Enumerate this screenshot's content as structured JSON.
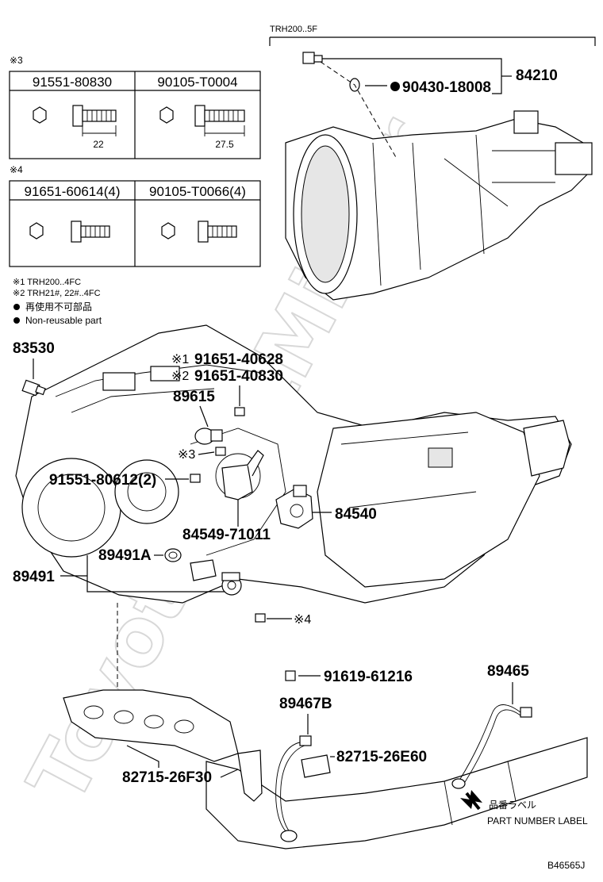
{
  "header": {
    "variant_note": "TRH200..5F",
    "diagram_code": "B46565J"
  },
  "watermark": "ToyotaPartMirror",
  "tables": {
    "group3": {
      "mark": "※3",
      "cols": [
        {
          "part_no": "91551-80830",
          "dimension": "22"
        },
        {
          "part_no": "90105-T0004",
          "dimension": "27.5"
        }
      ]
    },
    "group4": {
      "mark": "※4",
      "cols": [
        {
          "part_no": "91651-60614(4)"
        },
        {
          "part_no": "90105-T0066(4)"
        }
      ]
    }
  },
  "notes": {
    "n1": "※1  TRH200..4FC",
    "n2": "※2  TRH21#, 22#..4FC",
    "n3_jp": "再使用不可部品",
    "n3_en": "Non-reusable part"
  },
  "callouts": {
    "p84210": "84210",
    "p90430": "90430-18008",
    "p83530": "83530",
    "p91651_40628": "91651-40628",
    "p91651_40830": "91651-40830",
    "mark1": "※1",
    "mark2": "※2",
    "p89615": "89615",
    "mark3": "※3",
    "p91551_80612": "91551-80612(2)",
    "p84540": "84540",
    "p84549": "84549-71011",
    "p89491A": "89491A",
    "p89491": "89491",
    "mark4": "※4",
    "p91619": "91619-61216",
    "p89465": "89465",
    "p89467B": "89467B",
    "p82715_26E60": "82715-26E60",
    "p82715_26F30": "82715-26F30",
    "label_jp": "品番ラベル",
    "label_en": "PART NUMBER LABEL"
  }
}
